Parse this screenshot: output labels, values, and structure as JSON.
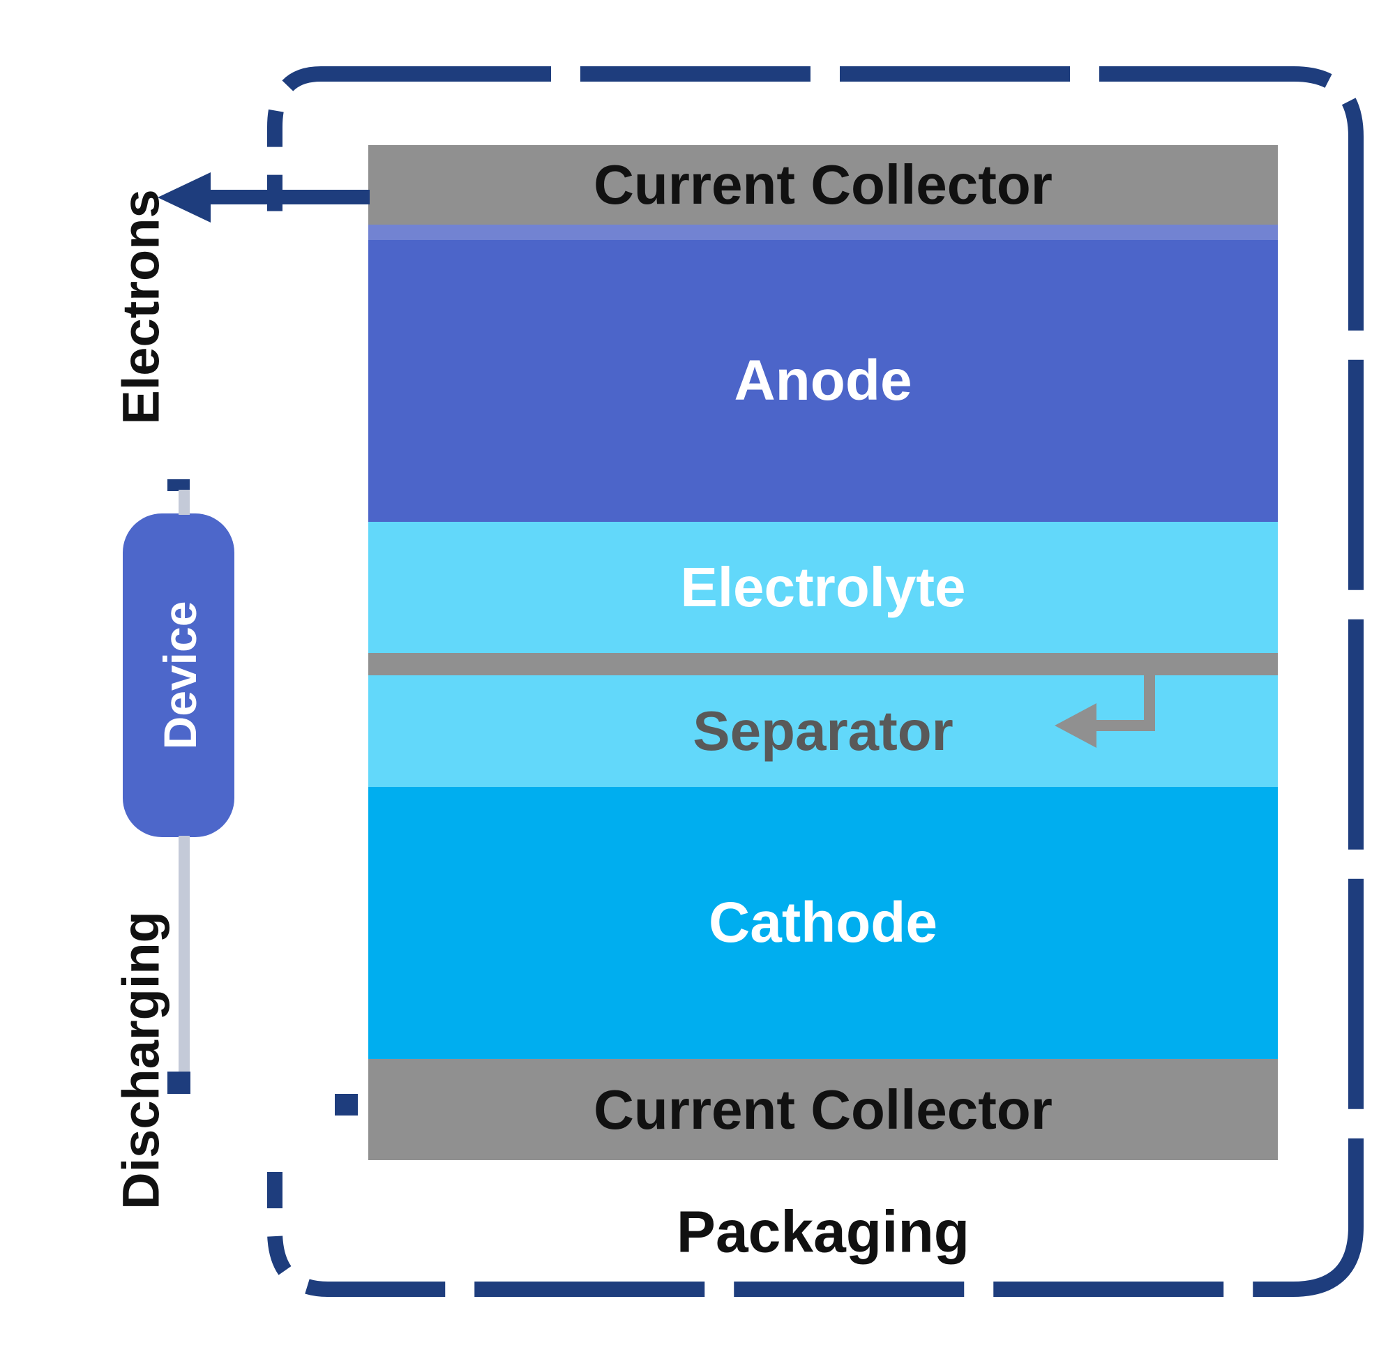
{
  "colors": {
    "circuit_navy": "#1e3d7d",
    "wire_silver": "#c4cad8",
    "collector_gray": "#909090",
    "anode_blue": "#4c65c9",
    "anode_top_strip": "#7283d2",
    "electrolyte_blue": "#62d8fa",
    "cathode_blue": "#00aeef",
    "device_blue": "#4d67ca",
    "separator_text_gray": "#595959",
    "text_black": "#111111",
    "text_white": "#ffffff"
  },
  "layers": {
    "current_collector_top": "Current Collector",
    "anode": "Anode",
    "electrolyte": "Electrolyte",
    "separator": "Separator",
    "cathode": "Cathode",
    "current_collector_bottom": "Current Collector"
  },
  "labels": {
    "packaging": "Packaging",
    "electrons": "Electrons",
    "discharging": "Discharging",
    "device": "Device"
  },
  "icons": {
    "electron_flow_arrow": "left-arrow",
    "separator_pointer_arrow": "hooked-left-arrow"
  }
}
